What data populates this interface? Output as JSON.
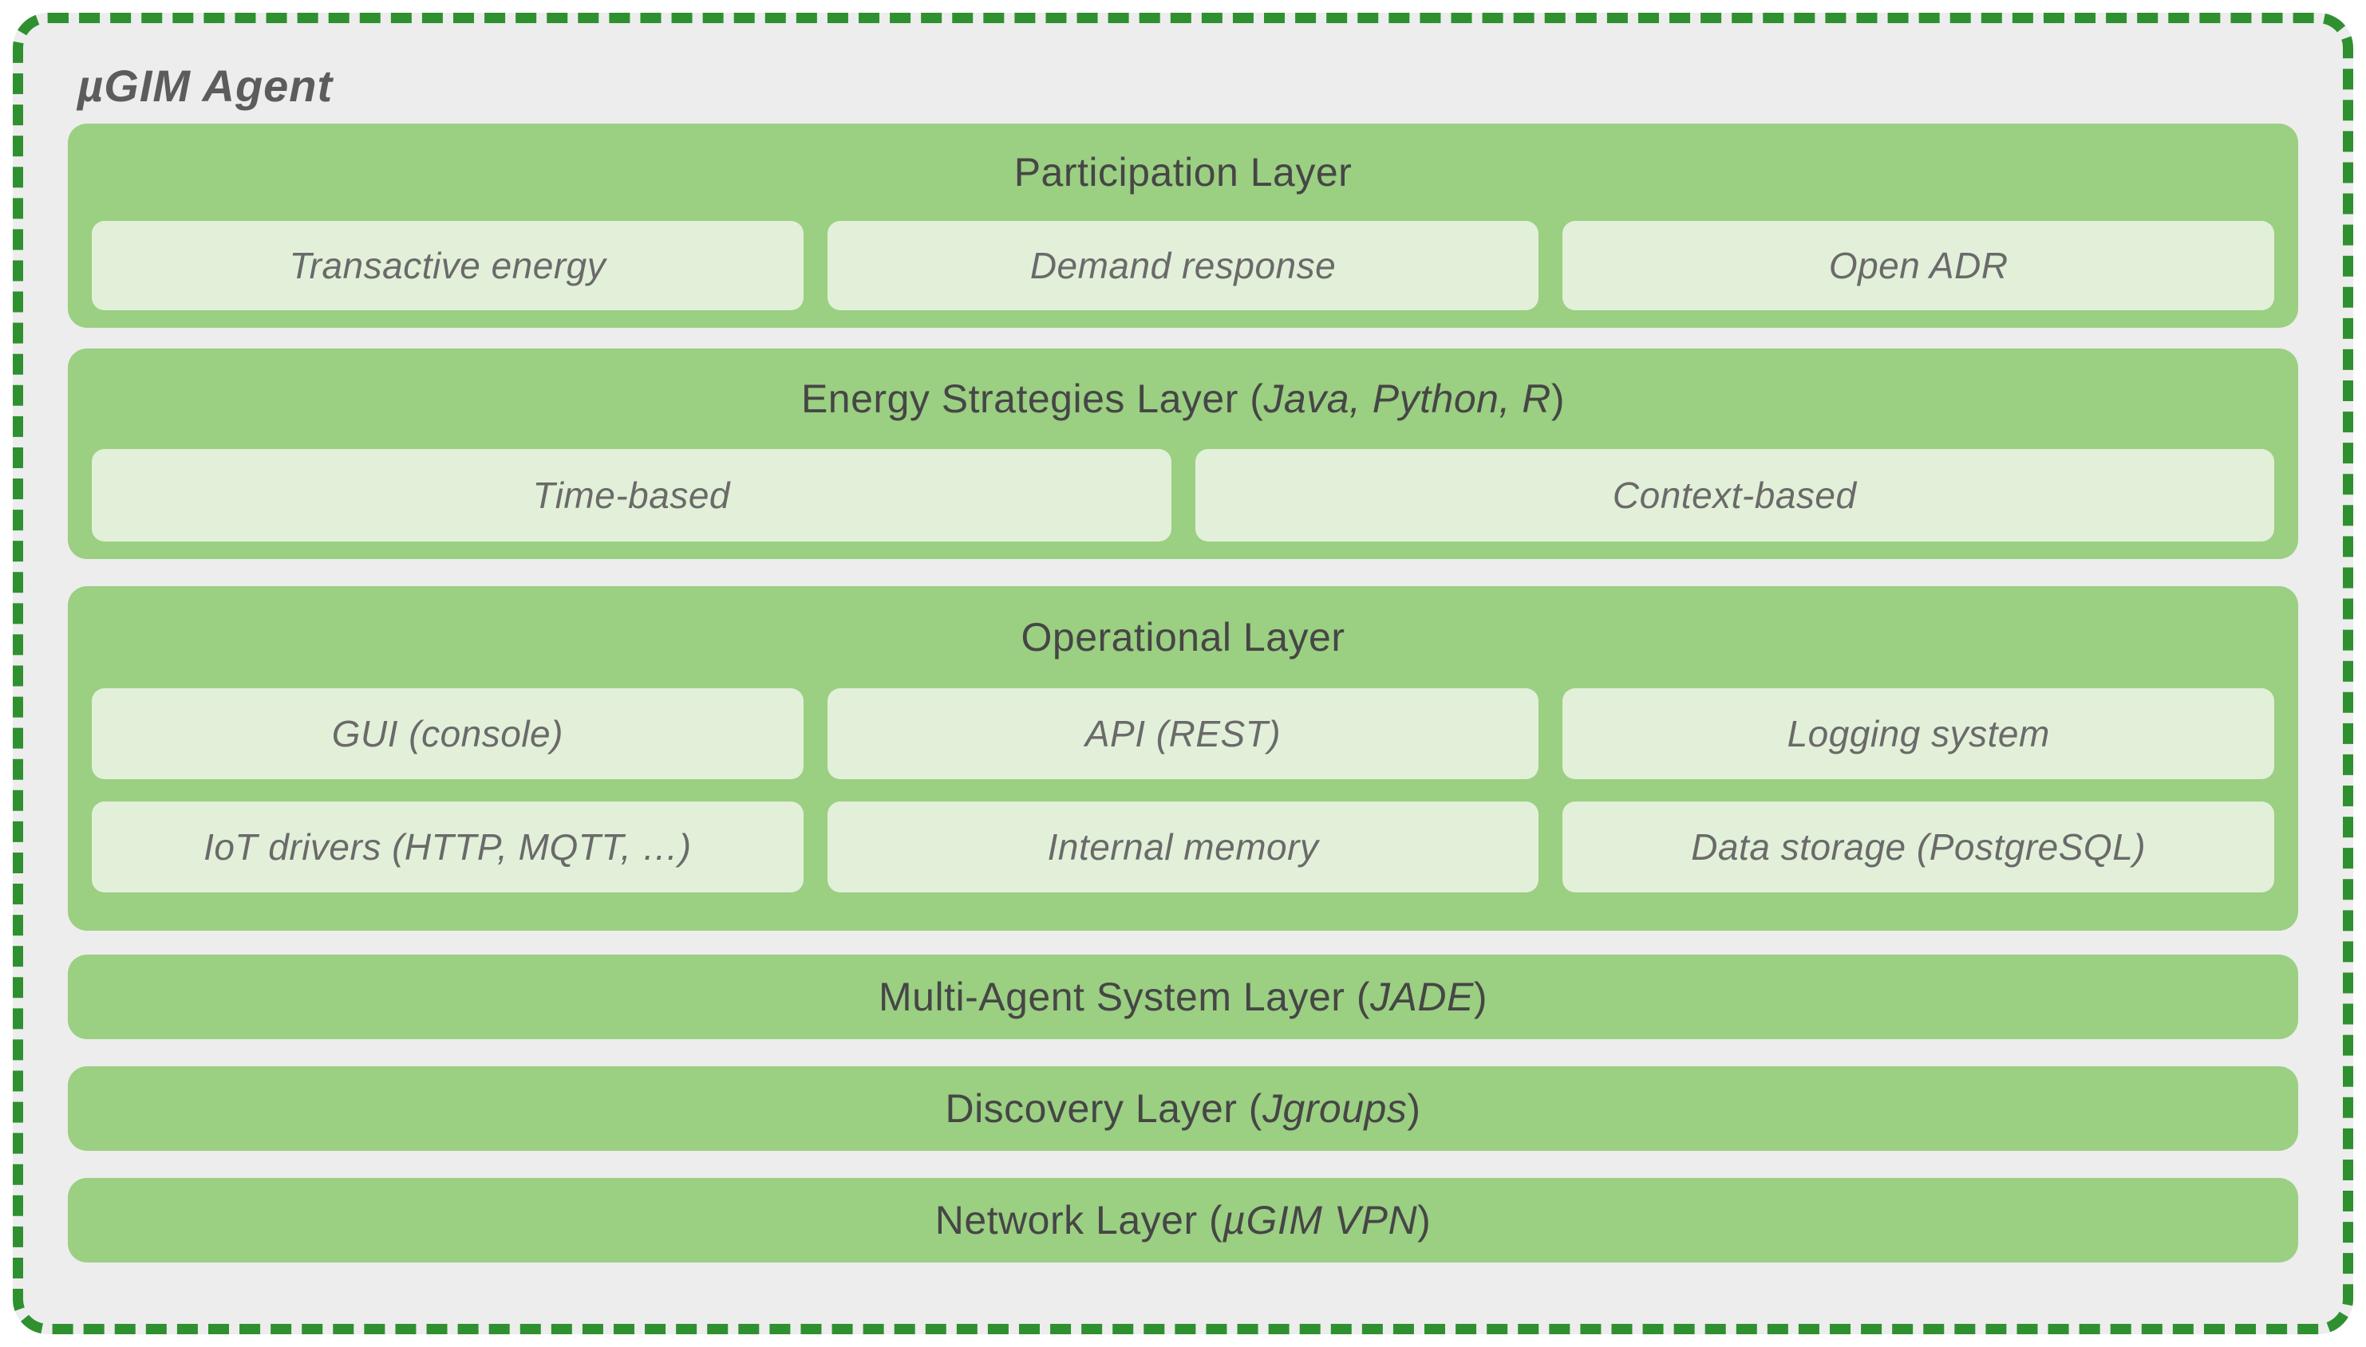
{
  "title": "µGIM Agent",
  "colors": {
    "frame_border_green": "#2f9030",
    "canvas_background": "#ededed",
    "layer_block_green": "#9bcf82",
    "item_box_green": "#e2f0d9",
    "header_text": "#464646",
    "item_text": "#6a6a6a",
    "title_text": "#5c5c5c"
  },
  "layers": {
    "participation": {
      "header": {
        "pre": "Participation Layer"
      },
      "items": [
        "Transactive energy",
        "Demand response",
        "Open ADR"
      ]
    },
    "energy": {
      "header": {
        "pre": "Energy Strategies Layer (",
        "em": "Java, Python, R",
        "post": ")"
      },
      "items": [
        "Time-based",
        "Context-based"
      ]
    },
    "operational": {
      "header": {
        "pre": "Operational Layer"
      },
      "row1": [
        "GUI (console)",
        "API (REST)",
        "Logging system"
      ],
      "row2": [
        "IoT drivers (HTTP, MQTT, …)",
        "Internal memory",
        "Data storage (PostgreSQL)"
      ]
    },
    "multi_agent": {
      "header": {
        "pre": "Multi-Agent System Layer (",
        "em": "JADE",
        "post": ")"
      }
    },
    "discovery": {
      "header": {
        "pre": "Discovery Layer (",
        "em": "Jgroups",
        "post": ")"
      }
    },
    "network": {
      "header": {
        "pre": "Network Layer (",
        "em": "µGIM VPN",
        "post": ")"
      }
    }
  }
}
